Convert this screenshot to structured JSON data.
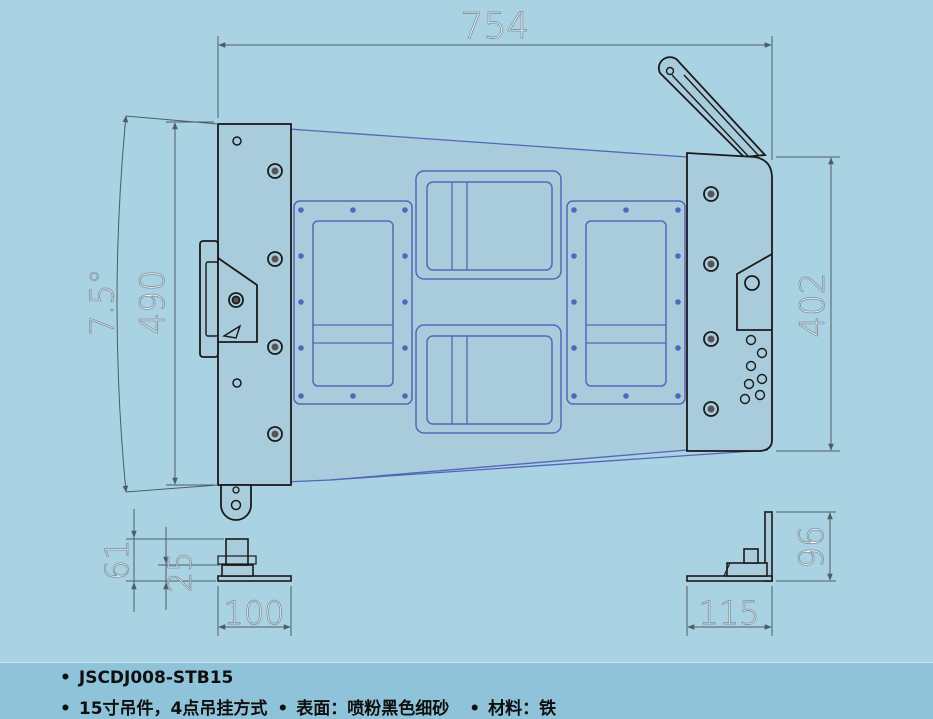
{
  "dimensions": {
    "overall_width": "754",
    "overall_height": "490",
    "right_bracket_height": "402",
    "tilt_angle": "7.5°",
    "left_foot_width": "100",
    "left_foot_height_outer": "61",
    "left_foot_height_inner": "25",
    "right_foot_width": "115",
    "right_foot_height": "96"
  },
  "caption": {
    "bullet": "•",
    "model": "JSCDJ008-STB15",
    "spec_size": "15寸吊件，4点吊挂方式",
    "spec_surface": "表面：喷粉黑色细砂",
    "spec_material": "材料：铁"
  },
  "colors": {
    "background": "#a9d2e2",
    "footer": "#8ec3d9",
    "part_fill": "#a8ccdc",
    "outline_dark": "#1a1a1a",
    "outline_blue": "#5566b8",
    "dimension_line": "#4d5d66"
  }
}
